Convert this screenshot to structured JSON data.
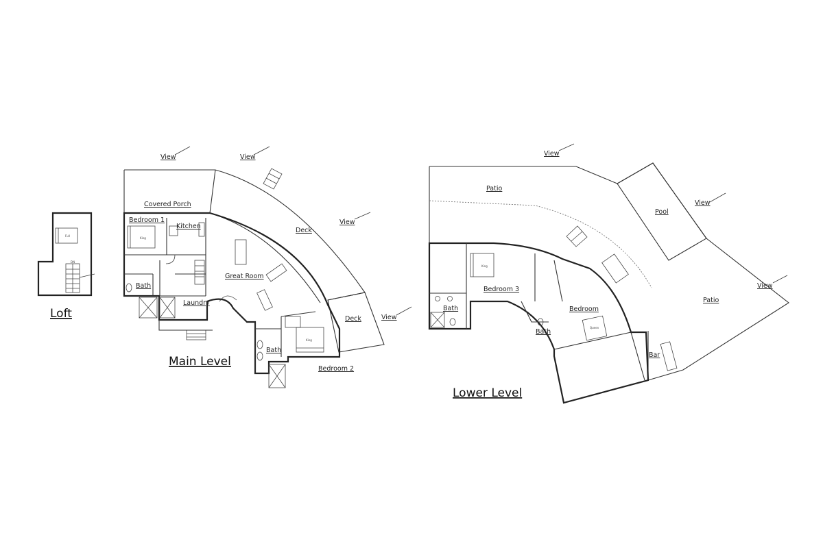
{
  "titles": {
    "loft": "Loft",
    "main": "Main Level",
    "lower": "Lower Level"
  },
  "main": {
    "view_1": "View",
    "view_2": "View",
    "view_3": "View",
    "view_4": "View",
    "covered_porch": "Covered Porch",
    "bedroom_1": "Bedroom 1",
    "kitchen": "Kitchen",
    "deck_1": "Deck",
    "deck_2": "Deck",
    "great_room": "Great Room",
    "bath_1": "Bath",
    "laundry": "Laundry",
    "bath_2": "Bath",
    "bedroom_2": "Bedroom 2",
    "bed_king_1": "King",
    "bed_king_2": "King"
  },
  "loft": {
    "bed_full": "Full",
    "stair_dn": "DN"
  },
  "lower": {
    "view_1": "View",
    "view_2": "View",
    "view_3": "View",
    "patio_1": "Patio",
    "pool": "Pool",
    "patio_2": "Patio",
    "bedroom_3": "Bedroom 3",
    "bath_1": "Bath",
    "bedroom": "Bedroom",
    "bath_2": "Bath",
    "bar": "Bar",
    "bed_king": "King",
    "bed_queen": "Queen"
  }
}
